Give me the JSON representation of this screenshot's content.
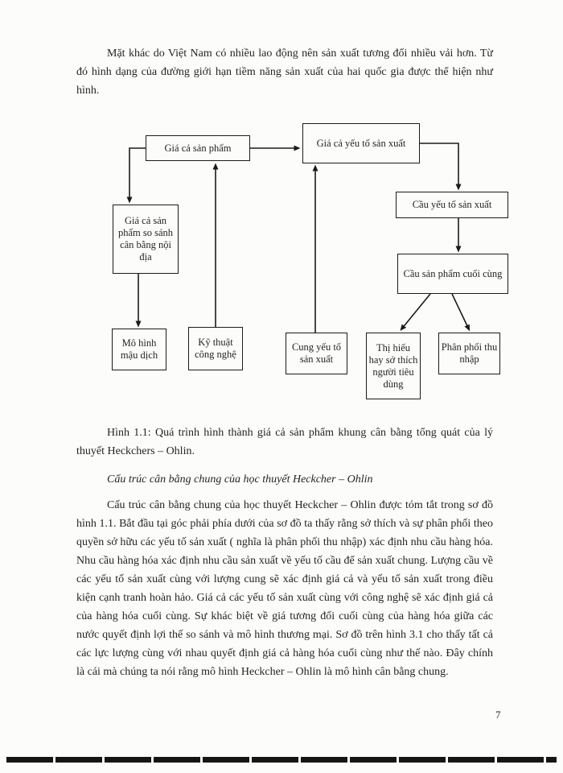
{
  "page": {
    "number": "7"
  },
  "intro_paragraph": "Mặt khác do Việt Nam có nhiều lao động nên sản xuất tương đối nhiều vải hơn. Từ đó hình dạng của đường giới hạn tiềm năng sản xuất của hai quốc gia được thể hiện như hình.",
  "diagram": {
    "boxes": [
      {
        "label": "Giá cả sản phẩm"
      },
      {
        "label": "Giá cả yếu tố sản xuất"
      },
      {
        "label": "Cầu yếu tố sản xuất"
      },
      {
        "label": "Giá cả sản phẩm so sánh cân bằng nội địa"
      },
      {
        "label": "Cầu sản phẩm cuối cùng"
      },
      {
        "label": "Mô hình mậu dịch"
      },
      {
        "label": "Kỹ thuật công nghệ"
      },
      {
        "label": "Cung yếu tố sản xuất"
      },
      {
        "label": "Thị hiếu hay sở thích người tiêu dùng"
      },
      {
        "label": "Phân phối thu nhập"
      }
    ]
  },
  "caption": "Hình 1.1: Quá trình hình thành giá cả sản phẩm khung cân bằng tổng quát của lý thuyết Heckchers – Ohlin.",
  "section_heading": "Cấu trúc cân bằng chung của học thuyết Heckcher – Ohlin",
  "body_paragraph": "Cấu trúc cân bằng chung của học thuyết Heckcher – Ohlin được tóm tắt trong sơ đồ hình 1.1. Bắt đầu tại góc phải phía dưới của sơ đồ ta thấy rằng sở thích và sự phân phối theo quyền sở hữu các yếu tố sản xuất ( nghĩa là phân phối thu nhập) xác định nhu cầu hàng hóa. Nhu cầu hàng hóa xác định nhu cầu sản xuất về yếu tố cầu để sản xuất chung. Lượng cầu về các yếu tố sản xuất cùng với lượng cung sẽ xác định giá cả và yếu tố sản xuất trong điều kiện cạnh tranh hoàn hảo. Giá cả các yếu tố sản xuất cùng với công nghệ sẽ xác định giá cả của hàng hóa cuối cùng. Sự khác biệt về giá tương đối cuối cùng của hàng hóa giữa các nước quyết định lợi thế so sánh và mô hình thương mại. Sơ đồ trên hình 3.1 cho thấy tất cả các lực lượng cùng với nhau quyết định giá cả hàng hóa cuối cùng như thế nào. Đây chính là cái mà chúng ta nói rằng mô hình Heckcher – Ohlin là mô hình cân bằng chung."
}
